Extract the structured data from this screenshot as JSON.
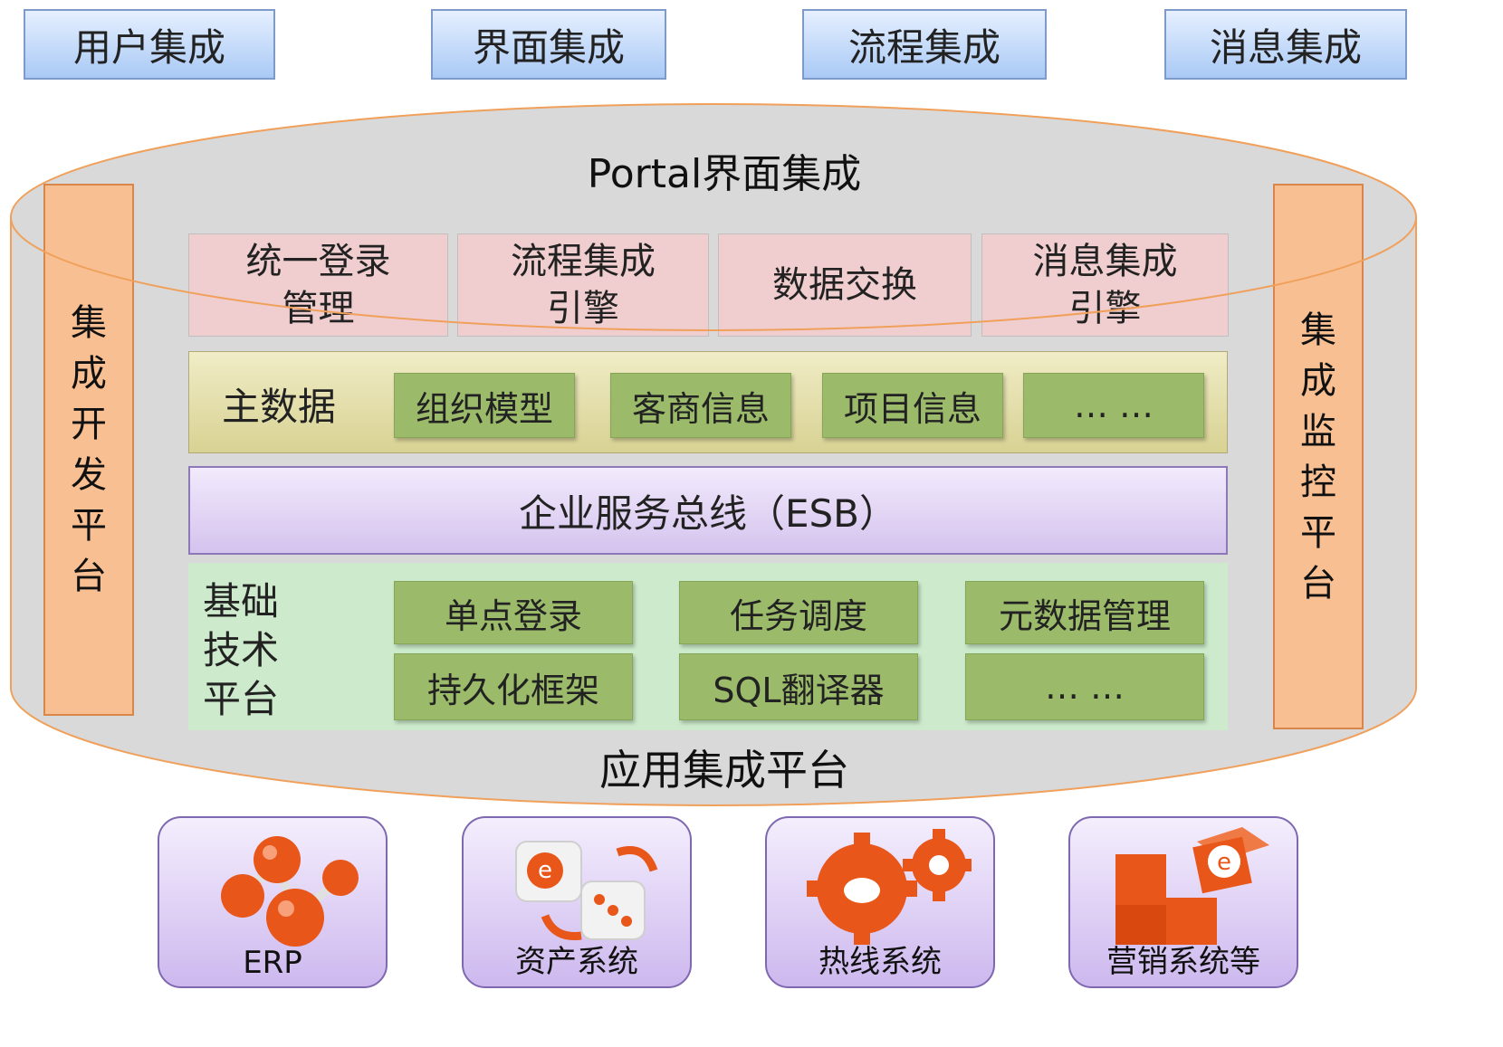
{
  "top_labels": [
    "用户集成",
    "界面集成",
    "流程集成",
    "消息集成"
  ],
  "platform": {
    "portal_title": "Portal界面集成",
    "bottom_title": "应用集成平台",
    "left_side": [
      "集",
      "成",
      "开",
      "发",
      "平",
      "台"
    ],
    "right_side": [
      "集",
      "成",
      "监",
      "控",
      "平",
      "台"
    ],
    "modules": [
      {
        "line1": "统一登录",
        "line2": "管理"
      },
      {
        "line1": "流程集成",
        "line2": "引擎"
      },
      {
        "line1": "数据交换",
        "line2": ""
      },
      {
        "line1": "消息集成",
        "line2": "引擎"
      }
    ],
    "master_data": {
      "label": "主数据",
      "items": [
        "组织模型",
        "客商信息",
        "项目信息",
        "… …"
      ]
    },
    "esb": "企业服务总线（ESB）",
    "base_platform": {
      "label": [
        "基础",
        "技术",
        "平台"
      ],
      "items": [
        "单点登录",
        "任务调度",
        "元数据管理",
        "持久化框架",
        "SQL翻译器",
        "… …"
      ]
    }
  },
  "systems": [
    {
      "label": "ERP",
      "icon": "molecule-icon"
    },
    {
      "label": "资产系统",
      "icon": "dice-exchange-icon"
    },
    {
      "label": "热线系统",
      "icon": "gears-icon"
    },
    {
      "label": "营销系统等",
      "icon": "cubes-icon"
    }
  ],
  "colors": {
    "top_box": "#a9c9f5",
    "cylinder": "#d9d9d9",
    "cylinder_stroke": "#f0a05a",
    "side_bar": "#f8c092",
    "module": "#f3cbcd",
    "master_data_band": "#d8d293",
    "green_item": "#9bbb6a",
    "esb": "#d4c3ee",
    "base_band": "#cdebcc",
    "system_card": "#cdb8ee",
    "icon_orange": "#e8561a"
  }
}
